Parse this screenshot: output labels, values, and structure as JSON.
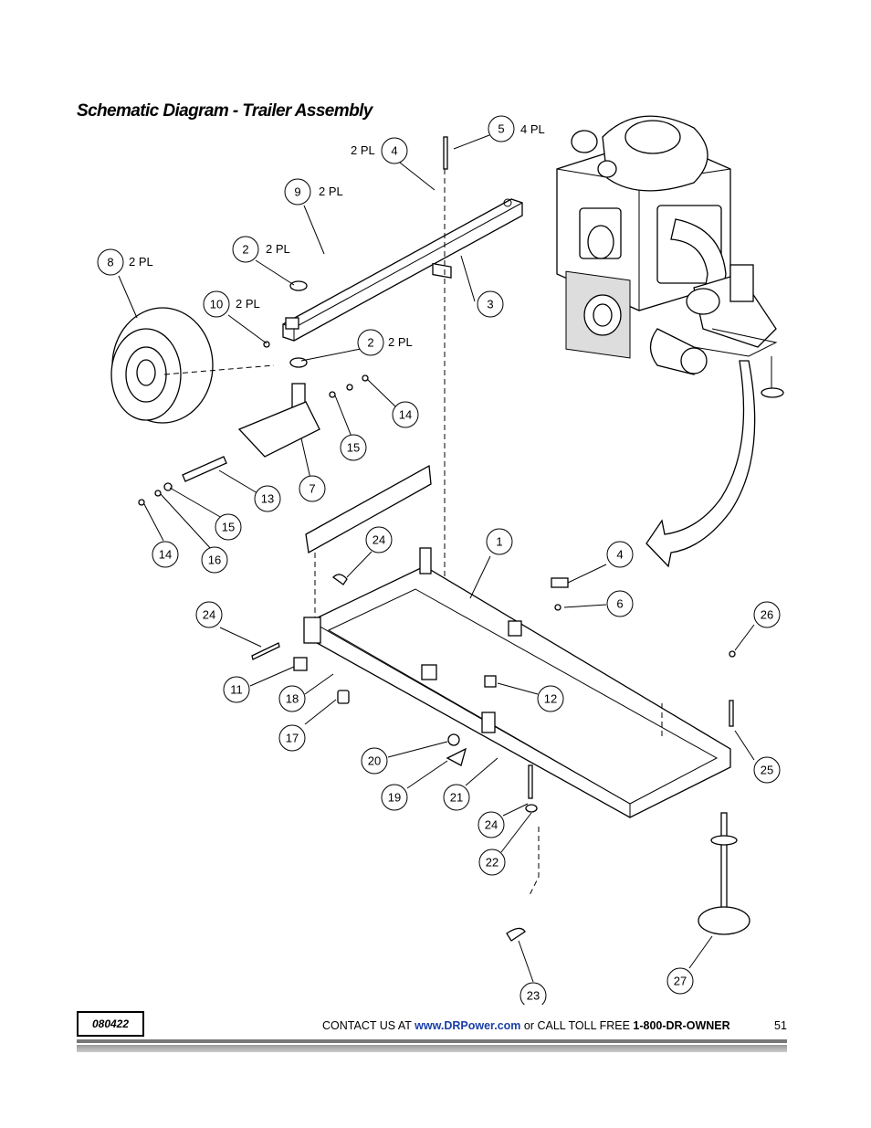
{
  "page": {
    "title": "Schematic Diagram - Trailer Assembly",
    "doc_code": "080422",
    "contact_prefix": "CONTACT US AT ",
    "contact_url": "www.DRPower.com",
    "contact_mid": " or CALL TOLL FREE ",
    "contact_phone": "1-800-DR-OWNER",
    "page_number": "51"
  },
  "callouts": [
    {
      "id": "5",
      "qty": "4 PL"
    },
    {
      "id": "4",
      "qty": "2 PL"
    },
    {
      "id": "9",
      "qty": "2 PL"
    },
    {
      "id": "2",
      "qty": "2 PL"
    },
    {
      "id": "8",
      "qty": "2 PL"
    },
    {
      "id": "10",
      "qty": "2 PL"
    },
    {
      "id": "3",
      "qty": ""
    },
    {
      "id": "2",
      "qty": "2 PL"
    },
    {
      "id": "14",
      "qty": ""
    },
    {
      "id": "15",
      "qty": ""
    },
    {
      "id": "7",
      "qty": ""
    },
    {
      "id": "13",
      "qty": ""
    },
    {
      "id": "15",
      "qty": ""
    },
    {
      "id": "14",
      "qty": ""
    },
    {
      "id": "16",
      "qty": ""
    },
    {
      "id": "24",
      "qty": ""
    },
    {
      "id": "1",
      "qty": ""
    },
    {
      "id": "4",
      "qty": ""
    },
    {
      "id": "6",
      "qty": ""
    },
    {
      "id": "24",
      "qty": ""
    },
    {
      "id": "26",
      "qty": ""
    },
    {
      "id": "11",
      "qty": ""
    },
    {
      "id": "12",
      "qty": ""
    },
    {
      "id": "18",
      "qty": ""
    },
    {
      "id": "17",
      "qty": ""
    },
    {
      "id": "25",
      "qty": ""
    },
    {
      "id": "20",
      "qty": ""
    },
    {
      "id": "19",
      "qty": ""
    },
    {
      "id": "21",
      "qty": ""
    },
    {
      "id": "24",
      "qty": ""
    },
    {
      "id": "22",
      "qty": ""
    },
    {
      "id": "23",
      "qty": ""
    },
    {
      "id": "27",
      "qty": ""
    }
  ]
}
